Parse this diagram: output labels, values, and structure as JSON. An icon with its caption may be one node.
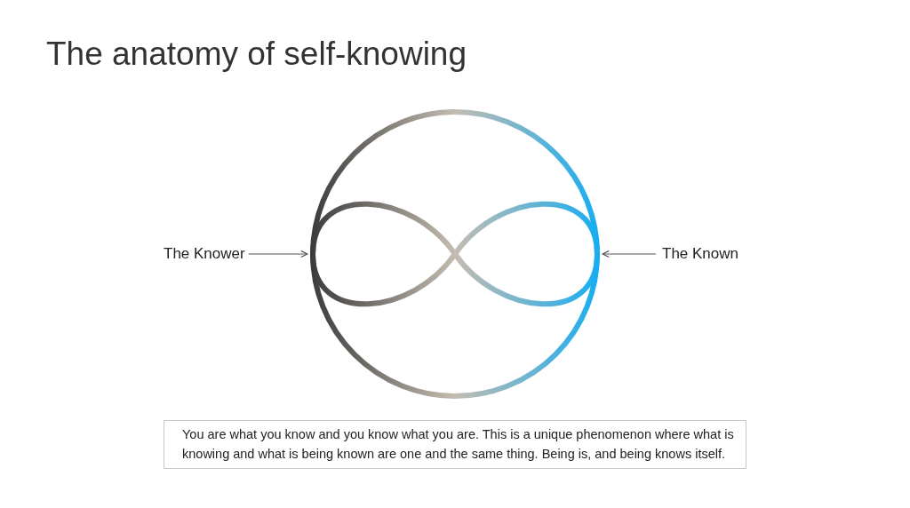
{
  "diagram": {
    "title": "The anatomy of self-knowing",
    "nodes": [
      {
        "text": [
          "The Knower"
        ]
      },
      {
        "text": [],
        "shape": "circle"
      },
      {
        "text": [
          "The Known"
        ]
      },
      {
        "text": [
          "You are what you know and you know what you are. This is a unique phenomenon where what is knowing and what is being known are one and the same thing. Being is, and being knows itself."
        ]
      }
    ],
    "edges": [
      {
        "from": 0,
        "to": 1,
        "arrow": "to"
      },
      {
        "from": 2,
        "to": 1,
        "arrow": "to"
      }
    ]
  }
}
